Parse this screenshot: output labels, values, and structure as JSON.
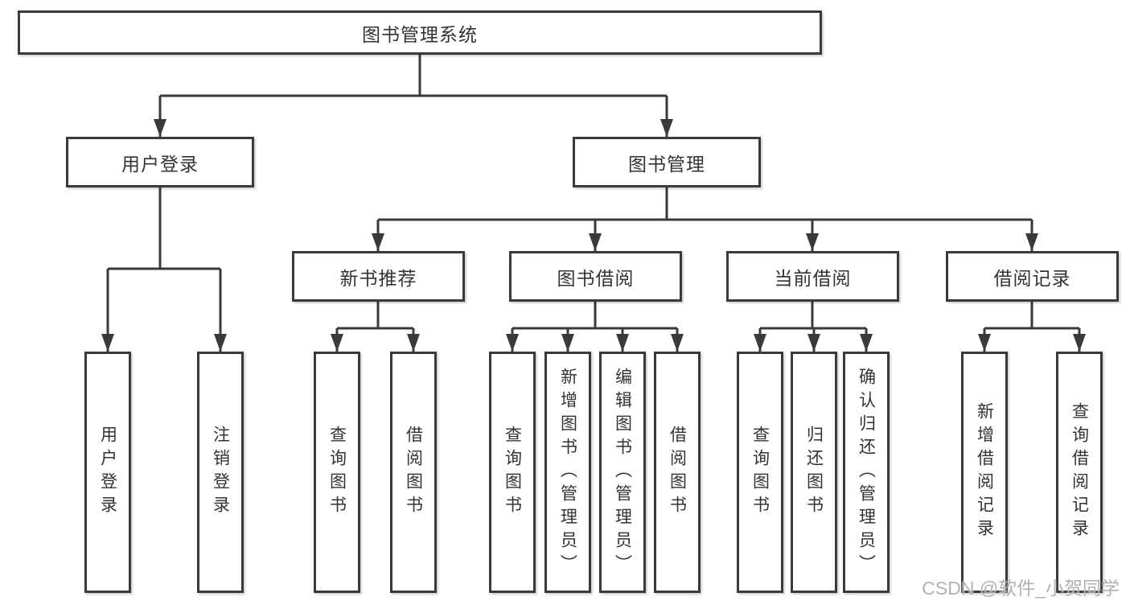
{
  "chart": {
    "type": "hierarchy-diagram",
    "root": {
      "label": "图书管理系统",
      "children": [
        {
          "label": "用户登录",
          "children": [
            {
              "label": "用户登录"
            },
            {
              "label": "注销登录"
            }
          ]
        },
        {
          "label": "图书管理",
          "children": [
            {
              "label": "新书推荐",
              "children": [
                {
                  "label": "查询图书"
                },
                {
                  "label": "借阅图书"
                }
              ]
            },
            {
              "label": "图书借阅",
              "children": [
                {
                  "label": "查询图书"
                },
                {
                  "label": "新增图书（管理员）"
                },
                {
                  "label": "编辑图书（管理员）"
                },
                {
                  "label": "借阅图书"
                }
              ]
            },
            {
              "label": "当前借阅",
              "children": [
                {
                  "label": "查询图书"
                },
                {
                  "label": "归还图书"
                },
                {
                  "label": "确认归还（管理员）"
                }
              ]
            },
            {
              "label": "借阅记录",
              "children": [
                {
                  "label": "新增借阅记录"
                },
                {
                  "label": "查询借阅记录"
                }
              ]
            }
          ]
        }
      ]
    },
    "colors": {
      "line": "#3a3a3a",
      "box_border": "#3a3a3a",
      "box_fill": "#ffffff",
      "text": "#333333",
      "background": "#ffffff"
    }
  },
  "watermark": {
    "text": "CSDN @软件_小贺同学"
  }
}
